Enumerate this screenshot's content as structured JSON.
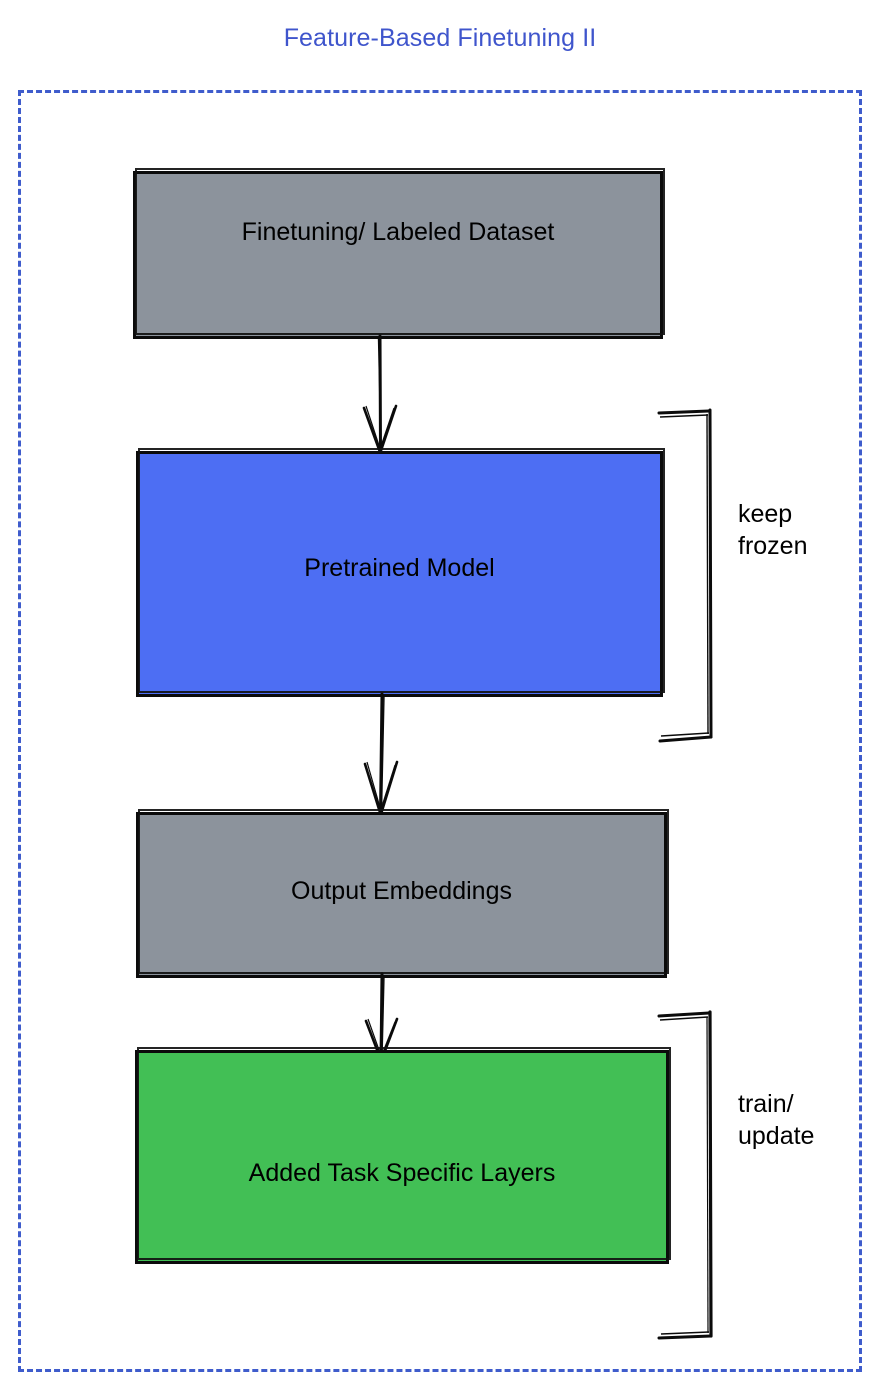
{
  "title": "Feature-Based Finetuning II",
  "colors": {
    "title": "#3f55cc",
    "frame_border": "#3f5ccc",
    "gray_box": "#8c939c",
    "blue_box": "#4d6ef3",
    "green_box": "#42bf55",
    "stroke": "#0b0b0b",
    "text": "#000000",
    "background": "#ffffff"
  },
  "nodes": [
    {
      "id": "dataset",
      "label": "Finetuning/ Labeled Dataset",
      "fill": "gray"
    },
    {
      "id": "pretrained",
      "label": "Pretrained Model",
      "fill": "blue"
    },
    {
      "id": "embeddings",
      "label": "Output Embeddings",
      "fill": "gray"
    },
    {
      "id": "layers",
      "label": "Added Task Specific Layers",
      "fill": "green"
    }
  ],
  "arrows": [
    {
      "from": "dataset",
      "to": "pretrained"
    },
    {
      "from": "pretrained",
      "to": "embeddings"
    },
    {
      "from": "embeddings",
      "to": "layers"
    }
  ],
  "annotations": [
    {
      "id": "keep-frozen",
      "label": "keep\nfrozen",
      "targets": [
        "pretrained"
      ]
    },
    {
      "id": "train-update",
      "label": "train/\nupdate",
      "targets": [
        "layers"
      ]
    }
  ]
}
